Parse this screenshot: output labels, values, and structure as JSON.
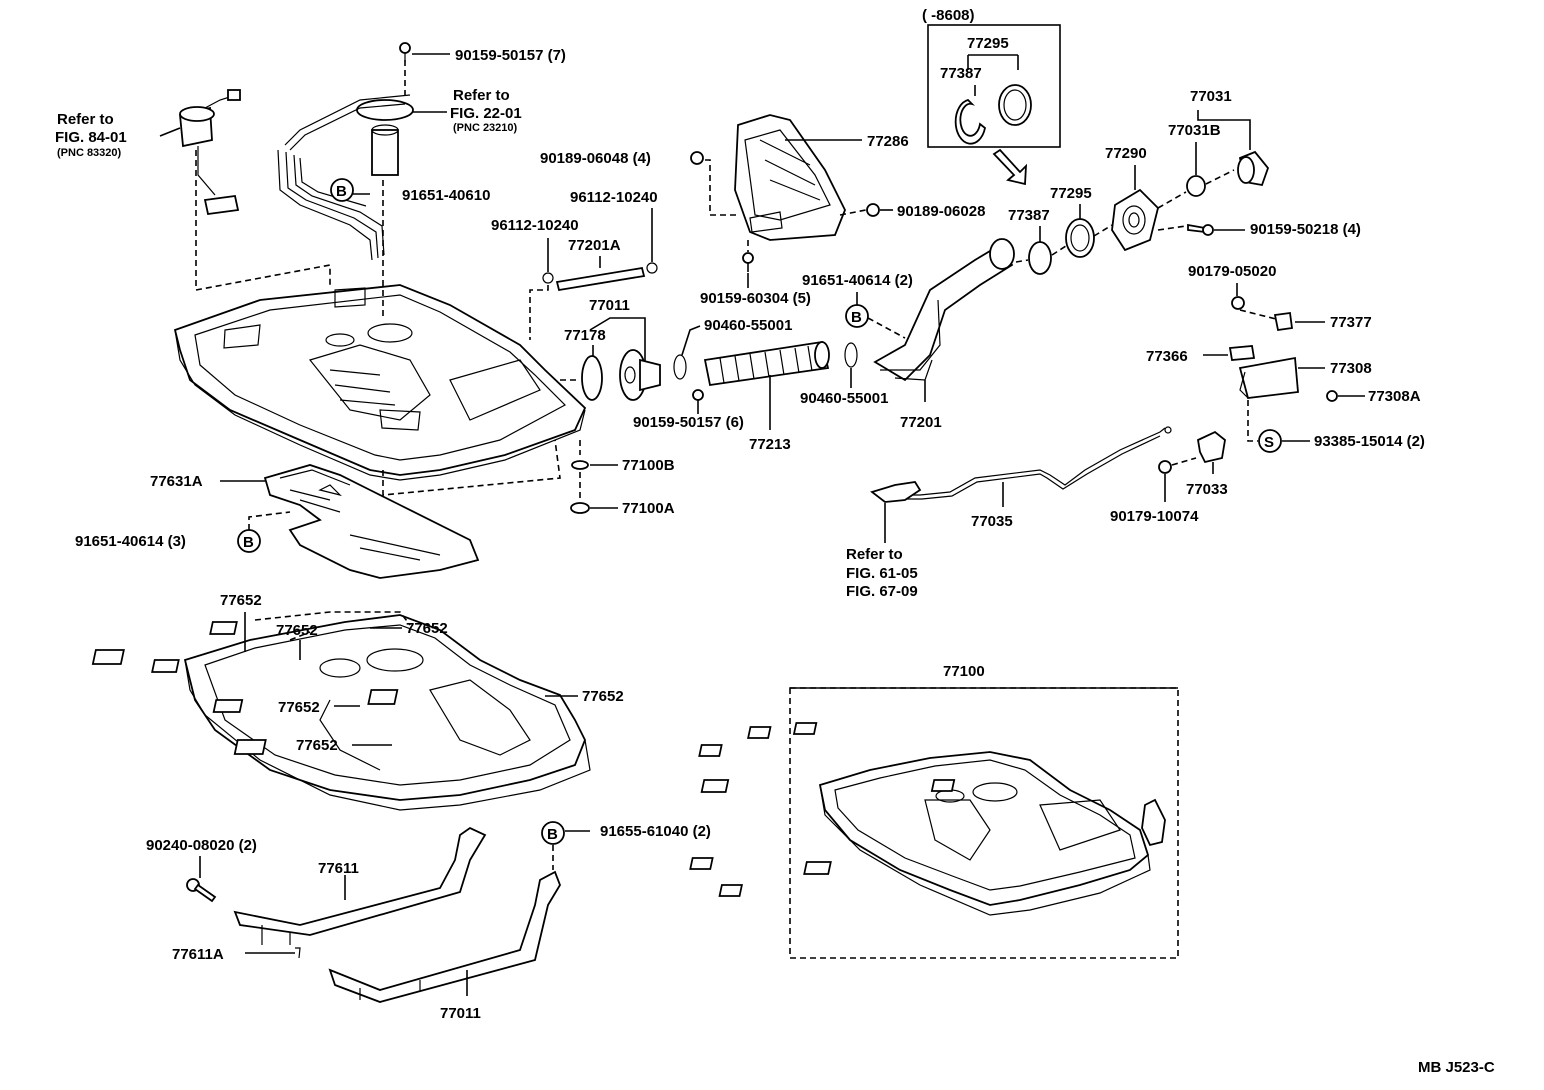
{
  "diagram_code": "MB J523-C",
  "labels": {
    "l_90159_50157_7": "90159-50157 (7)",
    "l_refer_to_a": "Refer to",
    "l_fig_22_01": "FIG. 22-01",
    "l_pnc_23210": "(PNC 23210)",
    "l_refer_to_b": "Refer to",
    "l_fig_84_01": "FIG. 84-01",
    "l_pnc_83320": "(PNC 83320)",
    "l_91651_40610": "91651-40610",
    "l_90189_06048": "90189-06048 (4)",
    "l_96112_10240_a": "96112-10240",
    "l_96112_10240_b": "96112-10240",
    "l_77201A": "77201A",
    "l_77286": "77286",
    "l_90189_06028": "90189-06028",
    "l_90159_60304": "90159-60304 (5)",
    "l_8608": "(        -8608)",
    "l_77295_top": "77295",
    "l_77387_top": "77387",
    "l_77031": "77031",
    "l_77031B": "77031B",
    "l_77290": "77290",
    "l_77295": "77295",
    "l_77387": "77387",
    "l_90159_50218": "90159-50218 (4)",
    "l_91651_40614_2": "91651-40614 (2)",
    "l_90179_05020": "90179-05020",
    "l_77377": "77377",
    "l_77366": "77366",
    "l_77308": "77308",
    "l_77308A": "77308A",
    "l_93385_15014": "93385-15014 (2)",
    "l_77011_top": "77011",
    "l_77178": "77178",
    "l_90460_55001_a": "90460-55001",
    "l_90460_55001_b": "90460-55001",
    "l_77201": "77201",
    "l_90159_50157_6": "90159-50157 (6)",
    "l_77213": "77213",
    "l_77100B": "77100B",
    "l_77100A": "77100A",
    "l_77631A": "77631A",
    "l_91651_40614_3": "91651-40614 (3)",
    "l_77035": "77035",
    "l_90179_10074": "90179-10074",
    "l_77033": "77033",
    "l_refer_to_c": "Refer to",
    "l_fig_61_05": "FIG. 61-05",
    "l_fig_67_09": "FIG. 67-09",
    "l_77652_a": "77652",
    "l_77652_b": "77652",
    "l_77652_c": "77652",
    "l_77652_d": "77652",
    "l_77652_e": "77652",
    "l_77652_f": "77652",
    "l_77100": "77100",
    "l_90240_08020": "90240-08020 (2)",
    "l_77611": "77611",
    "l_77611A": "77611A",
    "l_91655_61040": "91655-61040 (2)",
    "l_77011_bottom": "77011"
  },
  "badges": {
    "b1": "B",
    "b2": "B",
    "b3": "B",
    "b4": "B",
    "s1": "S"
  }
}
